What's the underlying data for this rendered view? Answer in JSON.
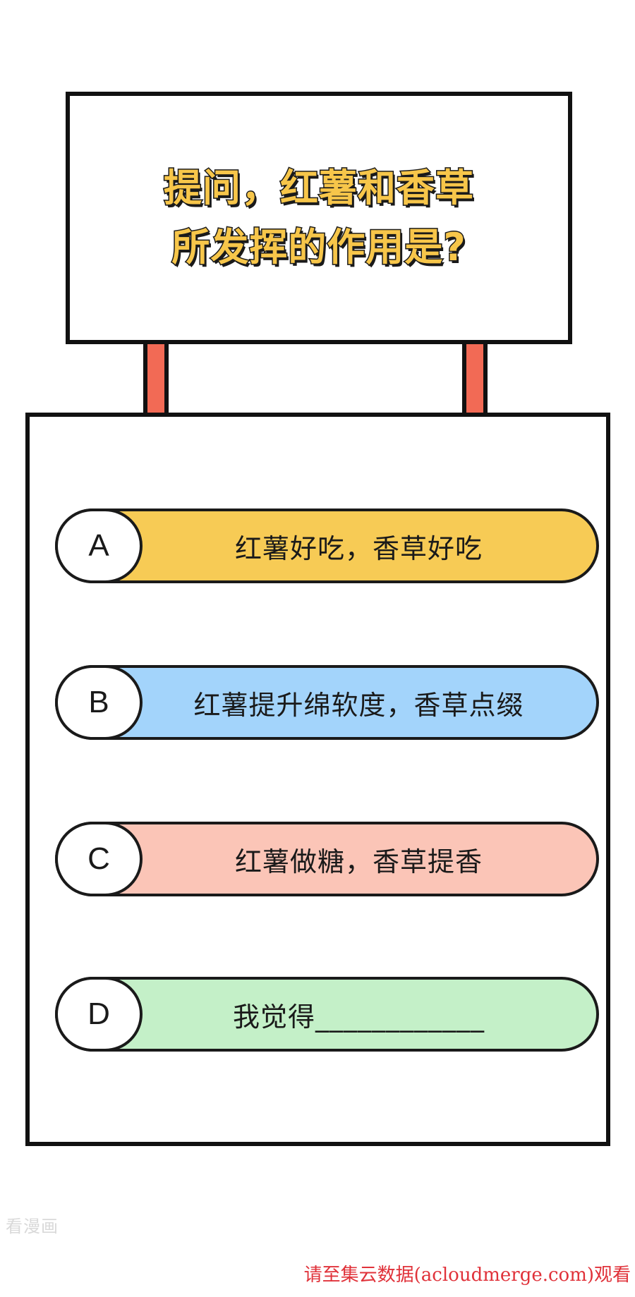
{
  "question": {
    "line1": "提问，红薯和香草",
    "line2": "所发挥的作用是?"
  },
  "options": [
    {
      "letter": "A",
      "text": "红薯好吃，香草好吃",
      "color": "#f7cb55"
    },
    {
      "letter": "B",
      "text": "红薯提升绵软度，香草点缀",
      "color": "#a3d4fb"
    },
    {
      "letter": "C",
      "text": "红薯做糖，香草提香",
      "color": "#fbc5b7"
    },
    {
      "letter": "D",
      "text": "我觉得____________",
      "color": "#c4f0c8"
    }
  ],
  "colors": {
    "title_fill": "#f7c64a",
    "post": "#f26a55",
    "outline": "#111111"
  },
  "watermarks": {
    "left": "看漫画",
    "right": "请至集云数据(acloudmerge.com)观看"
  }
}
